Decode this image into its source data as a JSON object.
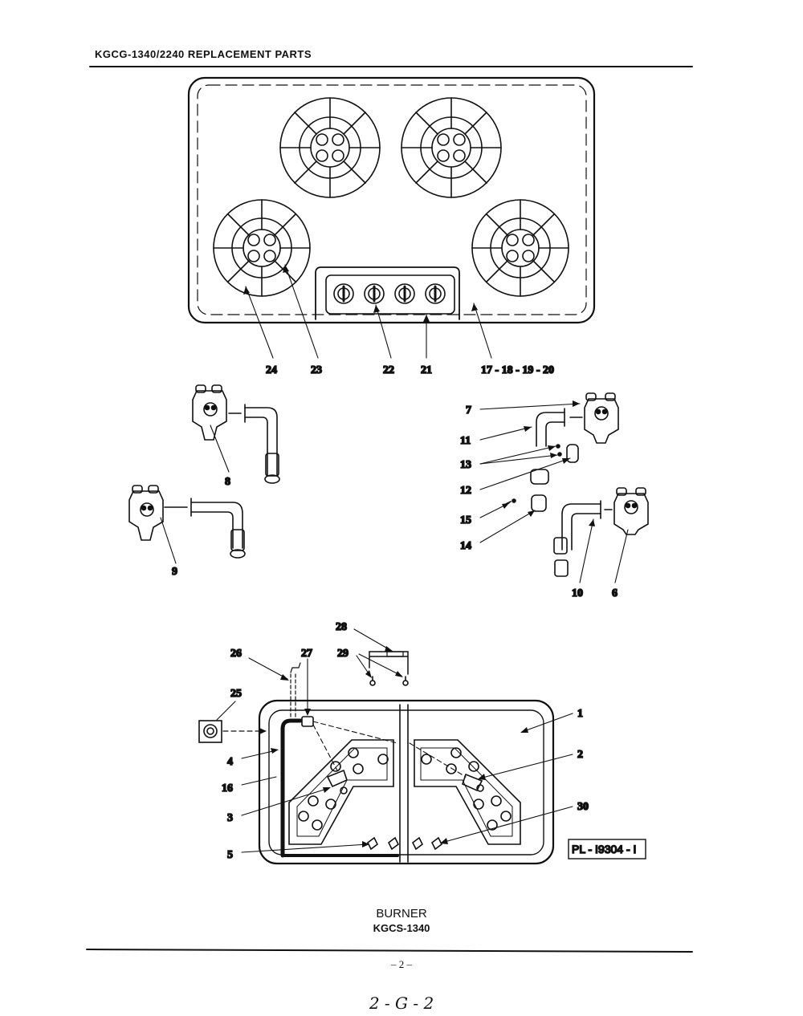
{
  "header": "KGCG-1340/2240 REPLACEMENT PARTS",
  "callouts": {
    "c1": "1",
    "c2": "2",
    "c3": "3",
    "c4": "4",
    "c5": "5",
    "c6": "6",
    "c7": "7",
    "c8": "8",
    "c9": "9",
    "c10": "10",
    "c11": "11",
    "c12": "12",
    "c13": "13",
    "c14": "14",
    "c15": "15",
    "c16": "16",
    "c17_20": "17 - 18 - 19 - 20",
    "c21": "21",
    "c22": "22",
    "c23": "23",
    "c24": "24",
    "c25": "25",
    "c26": "26",
    "c27": "27",
    "c28": "28",
    "c29": "29",
    "c30": "30"
  },
  "drawing_number": "PL - I9304 - I",
  "caption": {
    "title": "BURNER",
    "model": "KGCS-1340"
  },
  "page_number": "– 2 –",
  "handwritten_note": "2 - G - 2"
}
